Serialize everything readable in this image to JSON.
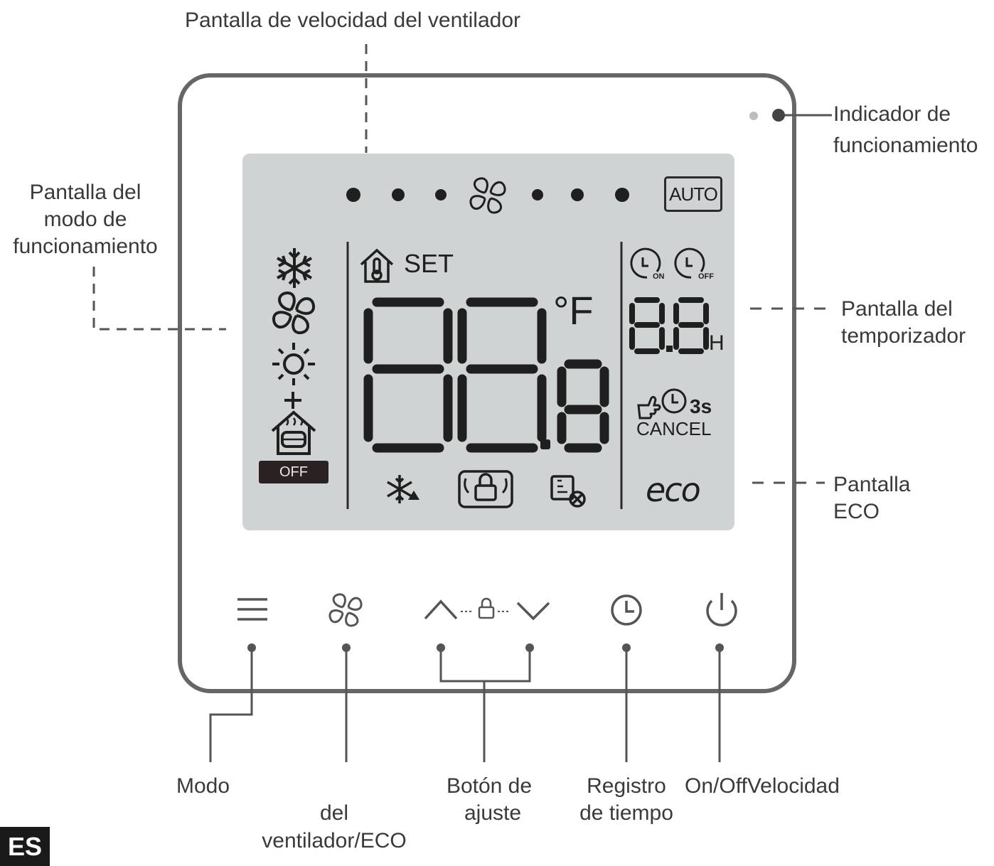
{
  "callouts": {
    "fan_speed_display": "Pantalla de velocidad del ventilador",
    "operation_indicator": [
      "Indicador de",
      "funcionamiento"
    ],
    "mode_display": [
      "Pantalla del",
      "modo de",
      "funcionamiento"
    ],
    "timer_display": [
      "Pantalla del",
      "temporizador"
    ],
    "eco_display": [
      "Pantalla",
      "ECO"
    ]
  },
  "buttons": {
    "mode": "Modo",
    "fan_eco": [
      "del",
      "ventilador/ECO"
    ],
    "adjust": [
      "Botón de",
      "ajuste"
    ],
    "timer": [
      "Registro",
      "de tiempo"
    ],
    "onoff": "On/OffVelocidad"
  },
  "lcd": {
    "auto": "AUTO",
    "set": "SET",
    "unit": "°F",
    "timer_unit": "H",
    "cancel": "CANCEL",
    "three_s": "3s",
    "timer_on": "ON",
    "timer_off": "OFF",
    "eco": "eco",
    "mode_off": "OFF"
  },
  "language_badge": "ES"
}
